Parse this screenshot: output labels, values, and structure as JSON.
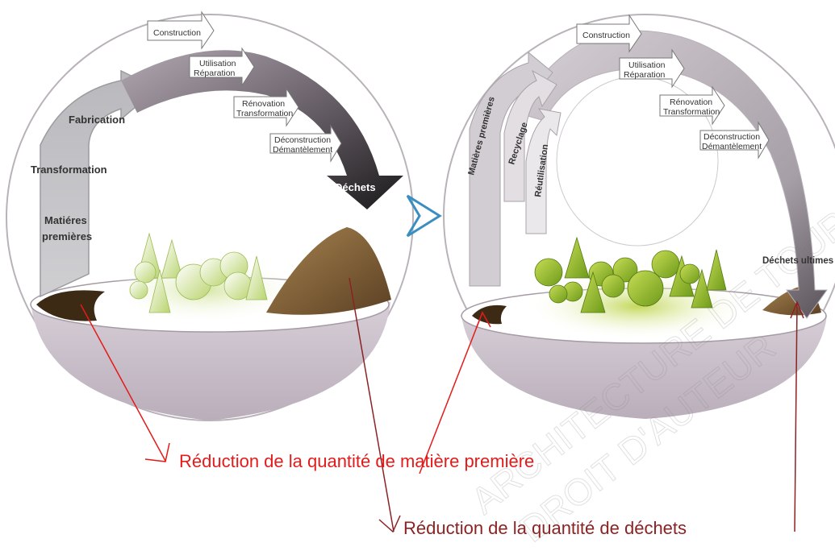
{
  "left_diagram": {
    "stages": [
      "Matiéres premières",
      "Transformation",
      "Fabrication"
    ],
    "steps": [
      "Construction",
      "Utilisation Réparation",
      "Rénovation Transformation",
      "Déconstruction Démantèlement"
    ],
    "end_label": "Déchets"
  },
  "right_diagram": {
    "loops": [
      "Matières premières",
      "Recyclage",
      "Réutilisation"
    ],
    "steps": [
      "Construction",
      "Utilisation Réparation",
      "Rénovation Transformation",
      "Déconstruction Démantèlement"
    ],
    "end_label": "Déchets ultimes"
  },
  "captions": {
    "raw_material": "Réduction de la quantité de matière première",
    "waste": "Réduction de la quantité de déchets"
  },
  "watermark": "ARCHITECTURE DE TOUR DROIT D'AUTEUR",
  "colors": {
    "red_arrow": "#e31b1b",
    "dark_red_arrow": "#8b2323",
    "chevron": "#3b8fc0"
  }
}
